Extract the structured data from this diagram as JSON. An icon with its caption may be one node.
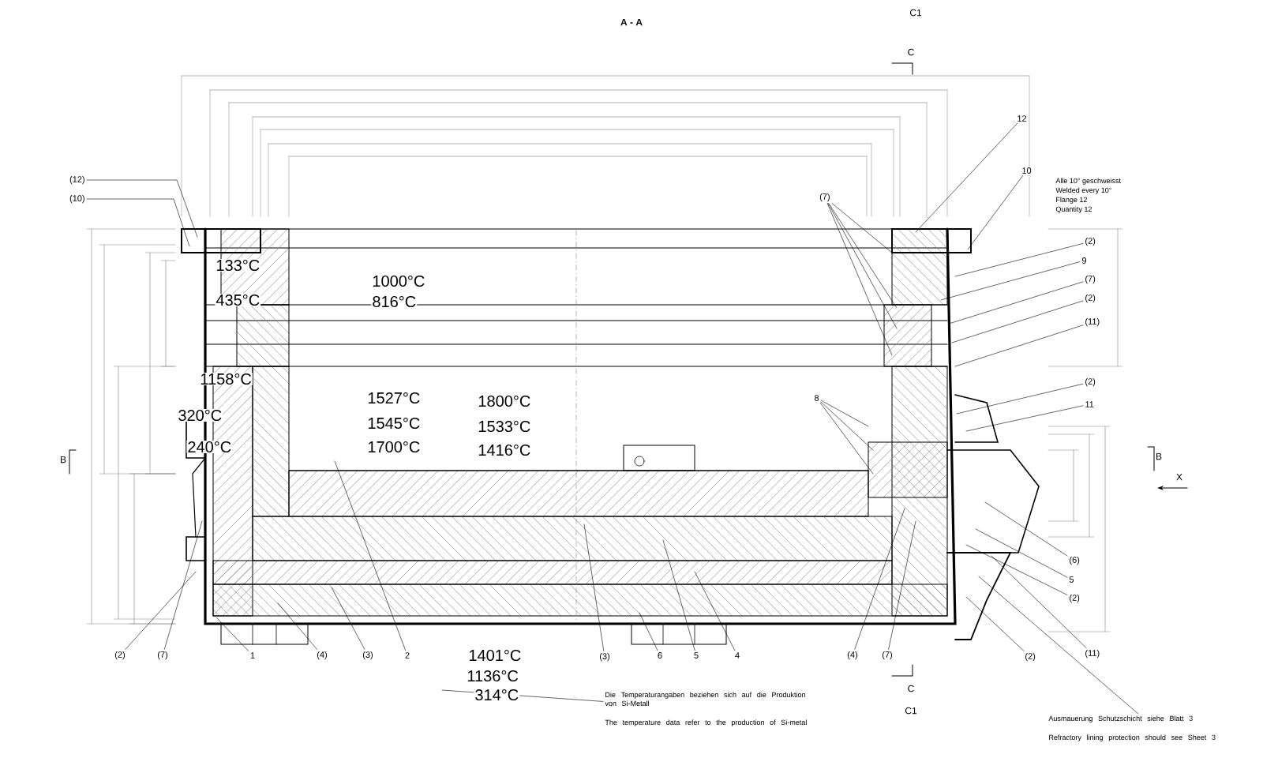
{
  "diagram": {
    "nodes": [
      {
        "text": [
          "(12)"
        ]
      },
      {
        "text": [
          "(10)"
        ]
      },
      {
        "text": [
          "12"
        ]
      },
      {
        "text": [
          "10"
        ],
        "beside": [
          "Alle 10° geschweisst",
          "Welded every 10°",
          "Flange 12",
          "Quantity 12"
        ]
      },
      {
        "text": [
          "(7)"
        ]
      },
      {
        "text": [
          "(2)"
        ]
      },
      {
        "text": [
          "9"
        ]
      },
      {
        "text": [
          "(7)"
        ]
      },
      {
        "text": [
          "(2)"
        ]
      },
      {
        "text": [
          "(11)"
        ]
      },
      {
        "text": [
          "(2)"
        ]
      },
      {
        "text": [
          "11"
        ]
      },
      {
        "text": [
          "8"
        ],
        "in": 32
      },
      {
        "text": [
          "(6)"
        ]
      },
      {
        "text": [
          "5"
        ]
      },
      {
        "text": [
          "(2)"
        ]
      },
      {
        "text": [
          "(11)"
        ]
      },
      {
        "text": [
          "(2)"
        ]
      },
      {
        "text": [
          "(7)"
        ]
      },
      {
        "text": [
          "(4)"
        ]
      },
      {
        "text": [
          "4"
        ]
      },
      {
        "text": [
          "5"
        ]
      },
      {
        "text": [
          "6"
        ]
      },
      {
        "text": [
          "(3)"
        ]
      },
      {
        "text": [
          "2"
        ]
      },
      {
        "text": [
          "(3)"
        ]
      },
      {
        "text": [
          "(4)"
        ]
      },
      {
        "text": [
          "1"
        ]
      },
      {
        "text": [
          "(7)"
        ]
      },
      {
        "text": [
          "(2)"
        ]
      },
      {
        "text": [
          "Die Temperaturangaben beziehen sich auf die Produktion von Si-Metall",
          "The temperature data refer to the production of Si-metal"
        ]
      },
      {
        "text": [
          "Ausmauerung Schutzschicht siehe Blatt 3",
          "Refractory lining protection should see Sheet 3"
        ]
      },
      {
        "text": [],
        "shape": "picture"
      }
    ],
    "edges": [
      {
        "from": 0,
        "to": 32,
        "arrow": "none"
      },
      {
        "from": 1,
        "to": 32,
        "arrow": "none"
      },
      {
        "from": 2,
        "to": 32,
        "arrow": "none"
      },
      {
        "from": 3,
        "to": 32,
        "arrow": "none"
      },
      {
        "from": 4,
        "to": 32,
        "arrow": "none"
      },
      {
        "from": 4,
        "to": 32,
        "arrow": "none"
      },
      {
        "from": 4,
        "to": 32,
        "arrow": "none"
      },
      {
        "from": 4,
        "to": 32,
        "arrow": "none"
      },
      {
        "from": 5,
        "to": 32,
        "arrow": "none"
      },
      {
        "from": 6,
        "to": 32,
        "arrow": "none"
      },
      {
        "from": 7,
        "to": 32,
        "arrow": "none"
      },
      {
        "from": 8,
        "to": 32,
        "arrow": "none"
      },
      {
        "from": 9,
        "to": 32,
        "arrow": "none"
      },
      {
        "from": 10,
        "to": 32,
        "arrow": "none"
      },
      {
        "from": 11,
        "to": 32,
        "arrow": "none"
      },
      {
        "from": 12,
        "to": 32,
        "arrow": "none"
      },
      {
        "from": 12,
        "to": 32,
        "arrow": "none"
      },
      {
        "from": 12,
        "to": 32,
        "arrow": "none"
      },
      {
        "from": 13,
        "to": 32,
        "arrow": "none"
      },
      {
        "from": 14,
        "to": 32,
        "arrow": "none"
      },
      {
        "from": 15,
        "to": 32,
        "arrow": "none"
      },
      {
        "from": 16,
        "to": 32,
        "arrow": "none"
      },
      {
        "from": 17,
        "to": 32,
        "arrow": "none"
      },
      {
        "from": 18,
        "to": 32,
        "arrow": "none"
      },
      {
        "from": 19,
        "to": 32,
        "arrow": "none"
      },
      {
        "from": 20,
        "to": 32,
        "arrow": "none"
      },
      {
        "from": 21,
        "to": 32,
        "arrow": "none"
      },
      {
        "from": 22,
        "to": 32,
        "arrow": "none"
      },
      {
        "from": 23,
        "to": 32,
        "arrow": "none"
      },
      {
        "from": 24,
        "to": 32,
        "arrow": "none"
      },
      {
        "from": 25,
        "to": 32,
        "arrow": "none"
      },
      {
        "from": 26,
        "to": 32,
        "arrow": "none"
      },
      {
        "from": 27,
        "to": 32,
        "arrow": "none"
      },
      {
        "from": 28,
        "to": 32,
        "arrow": "none"
      },
      {
        "from": 29,
        "to": 32,
        "arrow": "none"
      },
      {
        "from": 30,
        "to": null,
        "arrow": "none"
      },
      {
        "from": 31,
        "to": 32,
        "arrow": "none"
      }
    ],
    "labels": [
      "A - A",
      "C1",
      "C",
      "133°C",
      "1000°C",
      "435°C",
      "816°C",
      "1158°C",
      "1527°C",
      "1800°C",
      "320°C",
      "1545°C",
      "1533°C",
      "240°C",
      "1700°C",
      "1416°C",
      "B",
      "B",
      "X",
      "1401°C",
      "1136°C",
      "314°C",
      "C",
      "C1"
    ]
  }
}
